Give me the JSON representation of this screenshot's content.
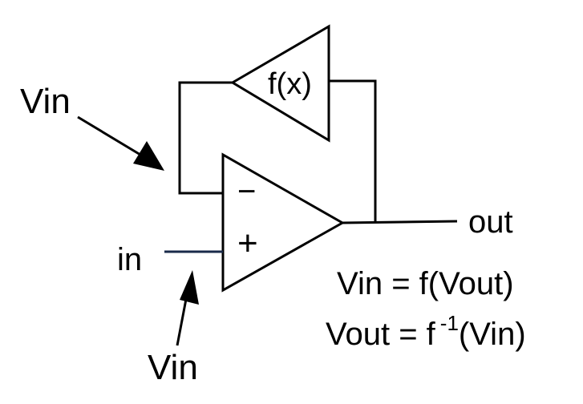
{
  "labels": {
    "feedback_block": "f(x)",
    "minus_sign": "−",
    "plus_sign": "+",
    "input": "in",
    "output": "out",
    "vin_top": "Vin",
    "vin_bottom": "Vin"
  },
  "equations": {
    "eq1": "Vin = f(Vout)",
    "eq2_prefix": "Vout = f",
    "eq2_exponent": "-1",
    "eq2_suffix": "(Vin)"
  },
  "colors": {
    "line": "#000000",
    "input_wire": "#1a2a4a",
    "background": "#ffffff"
  }
}
